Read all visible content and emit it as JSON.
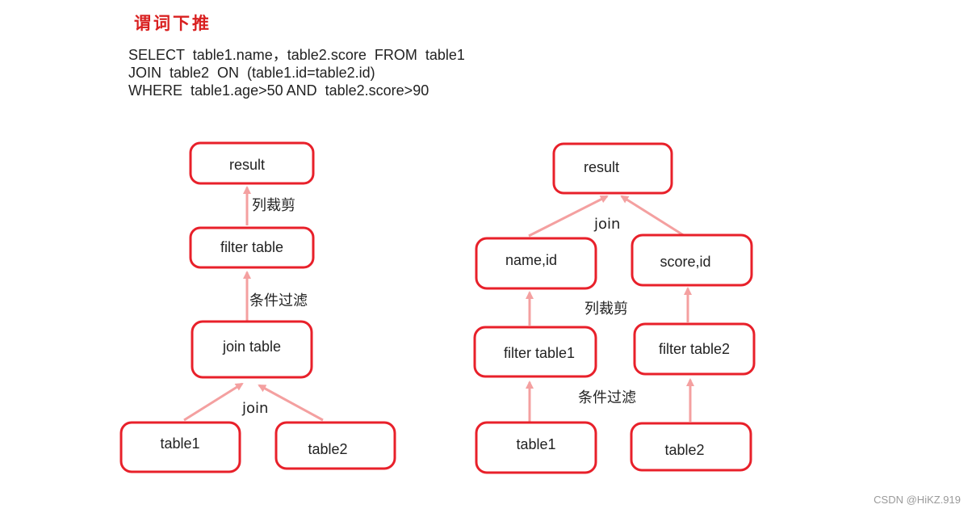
{
  "title": "谓词下推",
  "sql": {
    "line1": "SELECT  table1.name，table2.score  FROM  table1",
    "line2": "JOIN  table2  ON  (table1.id=table2.id)",
    "line3": "WHERE  table1.age>50 AND  table2.score>90"
  },
  "left": {
    "result": "result",
    "filter": "filter table",
    "join": "join table",
    "table1": "table1",
    "table2": "table2",
    "label_prune": "列裁剪",
    "label_filter": "条件过滤",
    "label_join": "join"
  },
  "right": {
    "result": "result",
    "name_id": "name,id",
    "score_id": "score,id",
    "filter1": "filter table1",
    "filter2": "filter table2",
    "table1": "table1",
    "table2": "table2",
    "label_join": "join",
    "label_prune": "列裁剪",
    "label_filter": "条件过滤"
  },
  "colors": {
    "box_border": "#e8202a",
    "arrow": "#f4a0a0",
    "title": "#d92020"
  },
  "watermark": "CSDN @HiKZ.919"
}
